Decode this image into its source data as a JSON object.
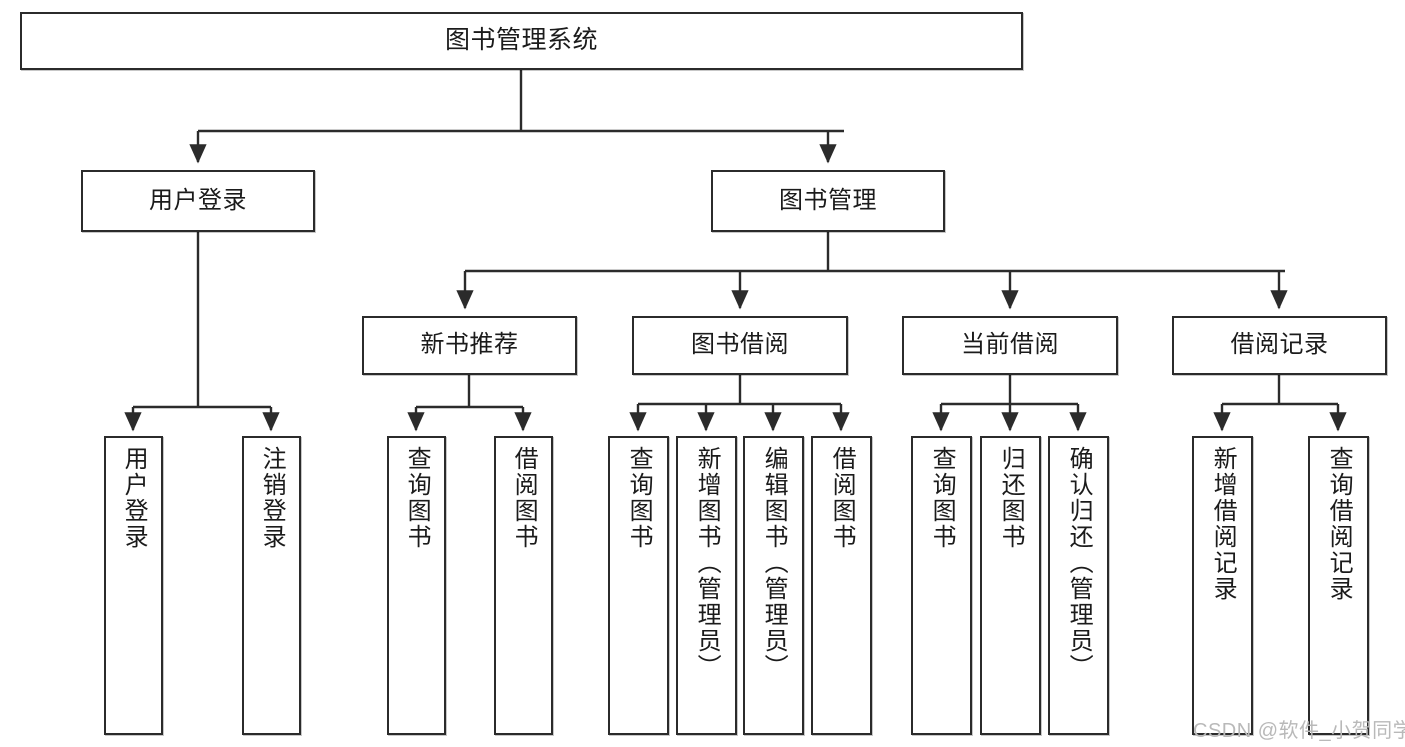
{
  "diagram": {
    "title": "图书管理系统",
    "theme": {
      "background": "#ffffff",
      "node_border": "#2b2b2b",
      "node_fill": "#ffffff",
      "edge_color": "#2b2b2b",
      "text_color": "#1b1b1b",
      "watermark_color": "#b9b9b9"
    },
    "watermark": "CSDN @软件_小贺同学",
    "nodes": {
      "root": {
        "label": "图书管理系统"
      },
      "level1": [
        {
          "label": "用户登录"
        },
        {
          "label": "图书管理"
        }
      ],
      "level2": [
        {
          "label": "新书推荐"
        },
        {
          "label": "图书借阅"
        },
        {
          "label": "当前借阅"
        },
        {
          "label": "借阅记录"
        }
      ],
      "leaves": {
        "user_login": [
          {
            "label": "用户登录"
          },
          {
            "label": "注销登录"
          }
        ],
        "new_book_recommend": [
          {
            "label": "查询图书"
          },
          {
            "label": "借阅图书"
          }
        ],
        "book_borrow": [
          {
            "label": "查询图书"
          },
          {
            "label": "新增图书（管理员）"
          },
          {
            "label": "编辑图书（管理员）"
          },
          {
            "label": "借阅图书"
          }
        ],
        "current_borrow": [
          {
            "label": "查询图书"
          },
          {
            "label": "归还图书"
          },
          {
            "label": "确认归还（管理员）"
          }
        ],
        "borrow_record": [
          {
            "label": "新增借阅记录"
          },
          {
            "label": "查询借阅记录"
          }
        ]
      }
    }
  }
}
